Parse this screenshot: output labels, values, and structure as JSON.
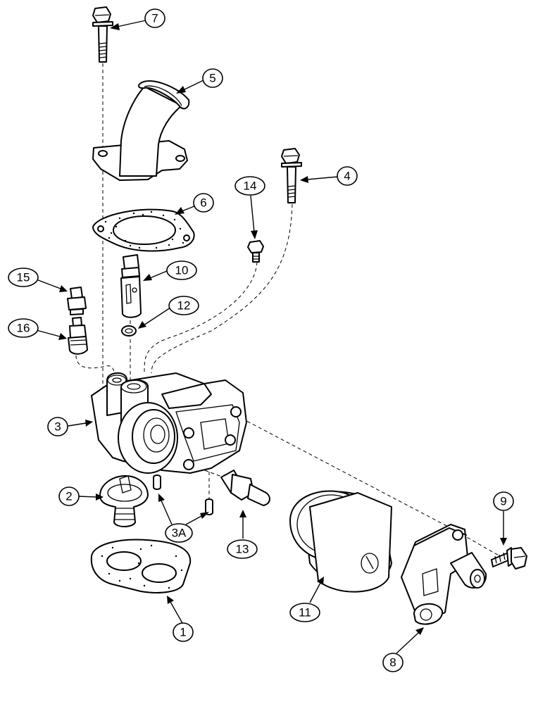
{
  "diagram": {
    "callouts": [
      {
        "id": "c7",
        "label": "7"
      },
      {
        "id": "c5",
        "label": "5"
      },
      {
        "id": "c4",
        "label": "4"
      },
      {
        "id": "c14",
        "label": "14"
      },
      {
        "id": "c6",
        "label": "6"
      },
      {
        "id": "c10",
        "label": "10"
      },
      {
        "id": "c15",
        "label": "15"
      },
      {
        "id": "c12",
        "label": "12"
      },
      {
        "id": "c16",
        "label": "16"
      },
      {
        "id": "c3",
        "label": "3"
      },
      {
        "id": "c2",
        "label": "2"
      },
      {
        "id": "c3a",
        "label": "3A"
      },
      {
        "id": "c13",
        "label": "13"
      },
      {
        "id": "c9",
        "label": "9"
      },
      {
        "id": "c11",
        "label": "11"
      },
      {
        "id": "c1",
        "label": "1"
      },
      {
        "id": "c8",
        "label": "8"
      }
    ]
  }
}
